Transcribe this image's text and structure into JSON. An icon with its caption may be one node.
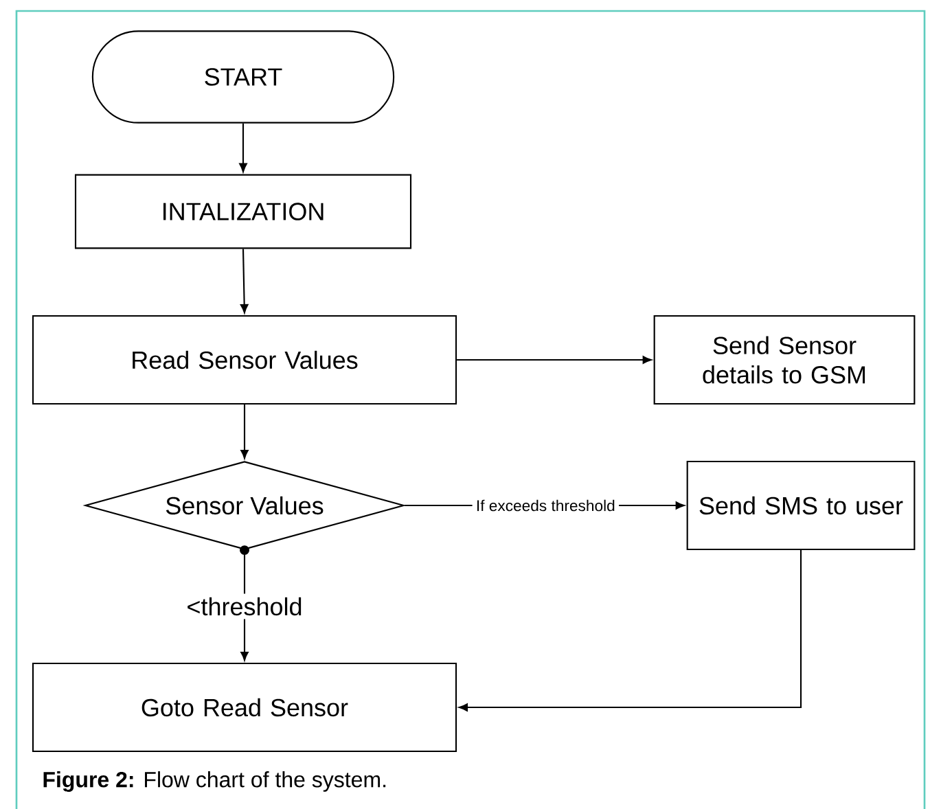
{
  "diagram": {
    "caption": "**Figure 2:** Flow chart of the system.",
    "nodes": [
      {
        "text": [
          "START"
        ]
      },
      {
        "text": [
          "INTALIZATION"
        ]
      },
      {
        "text": [
          "Read Sensor Values"
        ]
      },
      {
        "text": [
          "Send Sensor details to GSM"
        ]
      },
      {
        "text": [
          "Sensor Values"
        ]
      },
      {
        "text": [
          "Send SMS to user"
        ]
      },
      {
        "text": [
          "Goto Read Sensor"
        ]
      }
    ],
    "edges": [
      {
        "from": 0,
        "to": 1,
        "arrow": "to"
      },
      {
        "from": 1,
        "to": 2,
        "arrow": "to"
      },
      {
        "from": 2,
        "to": 3,
        "arrow": "to"
      },
      {
        "from": 2,
        "to": 4,
        "arrow": "to"
      },
      {
        "from": 4,
        "to": 5,
        "arrow": "to",
        "label": "If exceeds threshold"
      },
      {
        "from": 4,
        "to": 6,
        "arrow": "to",
        "label": "<threshold"
      },
      {
        "from": 5,
        "to": 6,
        "arrow": "to"
      }
    ]
  }
}
